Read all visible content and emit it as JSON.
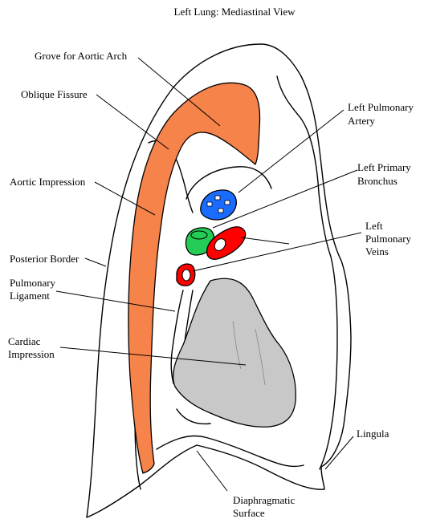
{
  "title": "Left Lung: Mediastinal View",
  "colors": {
    "aortic": "#f5834a",
    "artery": "#1a6cff",
    "bronchus": "#22cc55",
    "veins": "#ff0000",
    "cardiac": "#c8c8c8",
    "outline": "#000000"
  },
  "labels": {
    "groove_aortic_arch": "Grove for Aortic Arch",
    "oblique_fissure": "Oblique Fissure",
    "aortic_impression": "Aortic Impression",
    "posterior_border": "Posterior Border",
    "pulmonary_ligament": [
      "Pulmonary",
      "Ligament"
    ],
    "cardiac_impression": [
      "Cardiac",
      "Impression"
    ],
    "left_pulmonary_artery": [
      "Left Pulmonary",
      "Artery"
    ],
    "left_primary_bronchus": [
      "Left Primary",
      "Bronchus"
    ],
    "left_pulmonary_veins": [
      "Left",
      "Pulmonary",
      "Veins"
    ],
    "lingula": "Lingula",
    "diaphragmatic_surface": [
      "Diaphragmatic",
      "Surface"
    ]
  }
}
